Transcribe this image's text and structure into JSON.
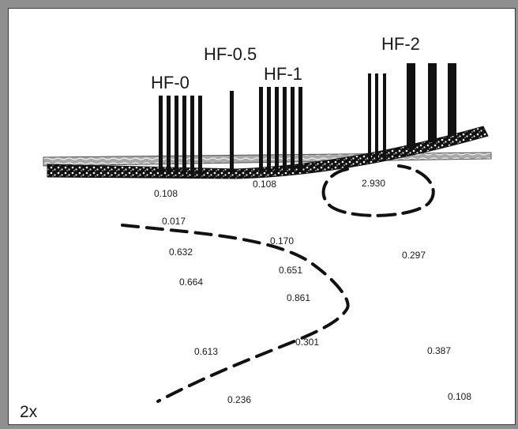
{
  "groups": [
    {
      "label": "HF-0"
    },
    {
      "label": "HF-0.5"
    },
    {
      "label": "HF-1"
    },
    {
      "label": "HF-2"
    }
  ],
  "values": [
    "0.108",
    "0.108",
    "2.930",
    "0.017",
    "0.170",
    "0.632",
    "0.297",
    "0.651",
    "0.664",
    "0.861",
    "0.301",
    "0.613",
    "0.387",
    "0.236",
    "0.108"
  ],
  "magnification": "2x",
  "colors": {
    "ink": "#111111",
    "border": "#8f8f8f",
    "gray_band": "#a9a9a9"
  }
}
